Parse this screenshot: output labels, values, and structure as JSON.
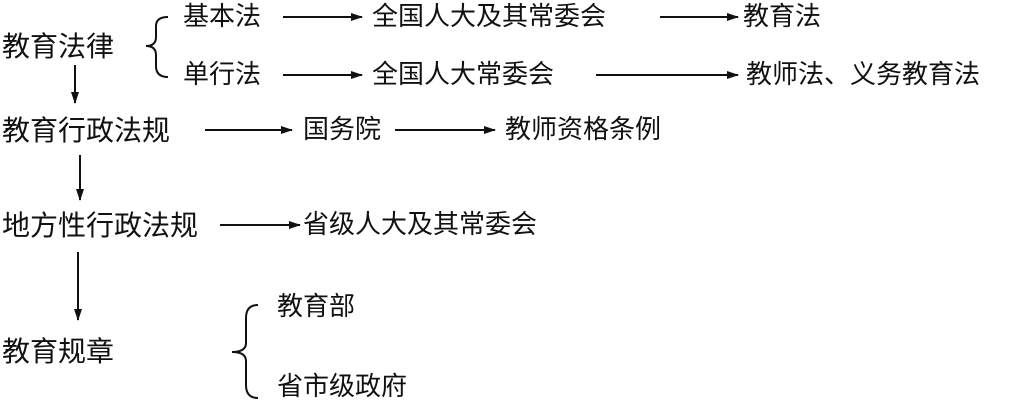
{
  "diagram": {
    "levels": [
      {
        "label": "教育法律",
        "branches": [
          {
            "type": "基本法",
            "enactor": "全国人大及其常委会",
            "example": "教育法"
          },
          {
            "type": "单行法",
            "enactor": "全国人大常委会",
            "example": "教师法、义务教育法"
          }
        ]
      },
      {
        "label": "教育行政法规",
        "enactor": "国务院",
        "example": "教师资格条例"
      },
      {
        "label": "地方性行政法规",
        "enactor": "省级人大及其常委会"
      },
      {
        "label": "教育规章",
        "enactors": [
          "教育部",
          "省市级政府"
        ]
      }
    ]
  }
}
